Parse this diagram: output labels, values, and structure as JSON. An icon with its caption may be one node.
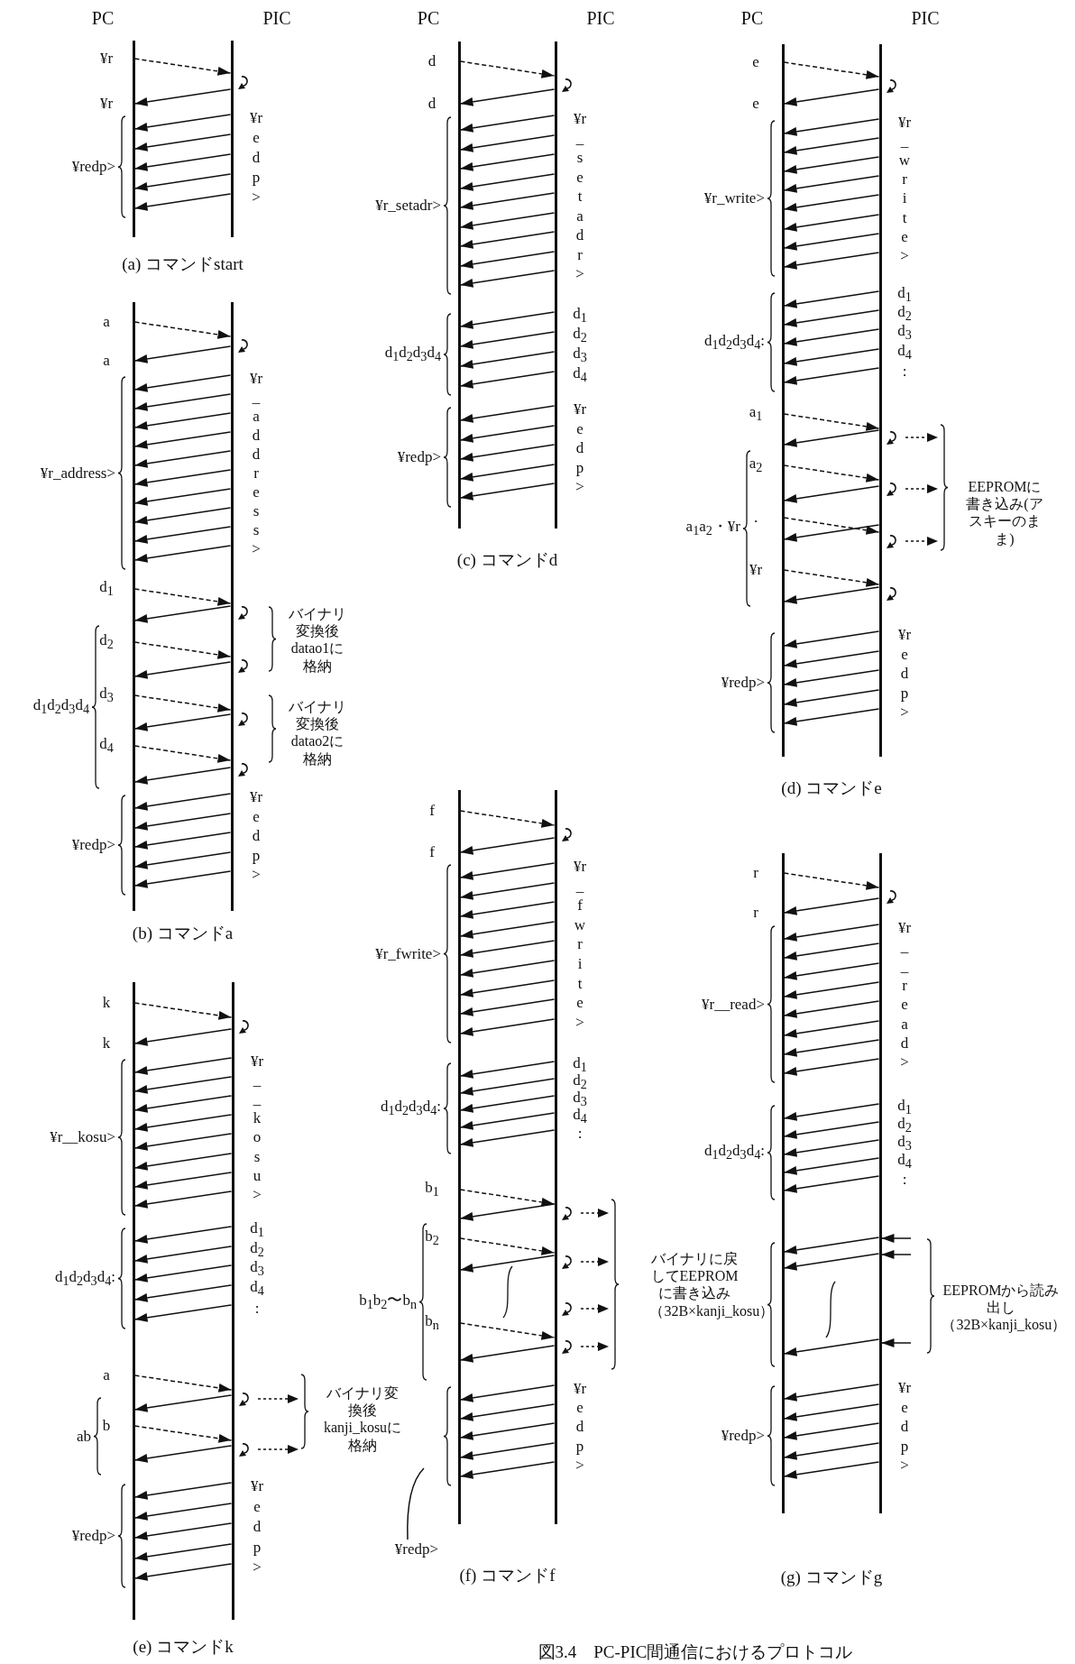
{
  "diagram": {
    "caption": "図3.4　PC-PIC間通信におけるプロトコル",
    "nodes": [
      {
        "text": [],
        "shape": "bar"
      },
      {
        "text": [],
        "shape": "bar"
      },
      {
        "text": [],
        "shape": "bar"
      },
      {
        "text": [],
        "shape": "bar"
      },
      {
        "text": [],
        "shape": "bar"
      },
      {
        "text": [],
        "shape": "bar"
      },
      {
        "text": [],
        "shape": "bar"
      },
      {
        "text": [],
        "shape": "bar"
      },
      {
        "text": [],
        "shape": "bar"
      },
      {
        "text": [],
        "shape": "bar"
      },
      {
        "text": [],
        "shape": "bar"
      },
      {
        "text": [],
        "shape": "bar"
      },
      {
        "text": [],
        "shape": "bar"
      },
      {
        "text": [],
        "shape": "bar"
      },
      {
        "text": [
          "¥redp>"
        ]
      }
    ],
    "edges": [
      {
        "from": 0,
        "to": 1,
        "arrow": "to",
        "style": "dashed"
      },
      {
        "from": 1,
        "to": 0,
        "arrow": "to"
      },
      {
        "from": 1,
        "to": 0,
        "arrow": "to"
      },
      {
        "from": 1,
        "to": 0,
        "arrow": "to"
      },
      {
        "from": 1,
        "to": 0,
        "arrow": "to"
      },
      {
        "from": 1,
        "to": 0,
        "arrow": "to"
      },
      {
        "from": 1,
        "to": 0,
        "arrow": "to"
      },
      {
        "from": 2,
        "to": 3,
        "arrow": "to",
        "style": "dashed"
      },
      {
        "from": 3,
        "to": 2,
        "arrow": "to"
      },
      {
        "from": 3,
        "to": 2,
        "arrow": "to"
      },
      {
        "from": 3,
        "to": 2,
        "arrow": "to"
      },
      {
        "from": 3,
        "to": 2,
        "arrow": "to"
      },
      {
        "from": 3,
        "to": 2,
        "arrow": "to"
      },
      {
        "from": 3,
        "to": 2,
        "arrow": "to"
      },
      {
        "from": 3,
        "to": 2,
        "arrow": "to"
      },
      {
        "from": 3,
        "to": 2,
        "arrow": "to"
      },
      {
        "from": 3,
        "to": 2,
        "arrow": "to"
      },
      {
        "from": 3,
        "to": 2,
        "arrow": "to"
      },
      {
        "from": 3,
        "to": 2,
        "arrow": "to"
      },
      {
        "from": 2,
        "to": 3,
        "arrow": "to",
        "style": "dashed"
      },
      {
        "from": 3,
        "to": 2,
        "arrow": "to"
      },
      {
        "from": 2,
        "to": 3,
        "arrow": "to",
        "style": "dashed"
      },
      {
        "from": 3,
        "to": 2,
        "arrow": "to"
      },
      {
        "from": 2,
        "to": 3,
        "arrow": "to",
        "style": "dashed"
      },
      {
        "from": 3,
        "to": 2,
        "arrow": "to"
      },
      {
        "from": 2,
        "to": 3,
        "arrow": "to",
        "style": "dashed"
      },
      {
        "from": 3,
        "to": 2,
        "arrow": "to"
      },
      {
        "from": 3,
        "to": 2,
        "arrow": "to"
      },
      {
        "from": 3,
        "to": 2,
        "arrow": "to"
      },
      {
        "from": 3,
        "to": 2,
        "arrow": "to"
      },
      {
        "from": 3,
        "to": 2,
        "arrow": "to"
      },
      {
        "from": 3,
        "to": 2,
        "arrow": "to"
      },
      {
        "from": 4,
        "to": 5,
        "arrow": "to",
        "style": "dashed"
      },
      {
        "from": 5,
        "to": 4,
        "arrow": "to"
      },
      {
        "from": 5,
        "to": 4,
        "arrow": "to"
      },
      {
        "from": 5,
        "to": 4,
        "arrow": "to"
      },
      {
        "from": 5,
        "to": 4,
        "arrow": "to"
      },
      {
        "from": 5,
        "to": 4,
        "arrow": "to"
      },
      {
        "from": 5,
        "to": 4,
        "arrow": "to"
      },
      {
        "from": 5,
        "to": 4,
        "arrow": "to"
      },
      {
        "from": 5,
        "to": 4,
        "arrow": "to"
      },
      {
        "from": 5,
        "to": 4,
        "arrow": "to"
      },
      {
        "from": 5,
        "to": 4,
        "arrow": "to"
      },
      {
        "from": 5,
        "to": 4,
        "arrow": "to"
      },
      {
        "from": 5,
        "to": 4,
        "arrow": "to"
      },
      {
        "from": 5,
        "to": 4,
        "arrow": "to"
      },
      {
        "from": 5,
        "to": 4,
        "arrow": "to"
      },
      {
        "from": 5,
        "to": 4,
        "arrow": "to"
      },
      {
        "from": 5,
        "to": 4,
        "arrow": "to"
      },
      {
        "from": 5,
        "to": 4,
        "arrow": "to"
      },
      {
        "from": 5,
        "to": 4,
        "arrow": "to"
      },
      {
        "from": 5,
        "to": 4,
        "arrow": "to"
      },
      {
        "from": 6,
        "to": 7,
        "arrow": "to",
        "style": "dashed"
      },
      {
        "from": 7,
        "to": 6,
        "arrow": "to"
      },
      {
        "from": 7,
        "to": 6,
        "arrow": "to"
      },
      {
        "from": 7,
        "to": 6,
        "arrow": "to"
      },
      {
        "from": 7,
        "to": 6,
        "arrow": "to"
      },
      {
        "from": 7,
        "to": 6,
        "arrow": "to"
      },
      {
        "from": 7,
        "to": 6,
        "arrow": "to"
      },
      {
        "from": 7,
        "to": 6,
        "arrow": "to"
      },
      {
        "from": 7,
        "to": 6,
        "arrow": "to"
      },
      {
        "from": 7,
        "to": 6,
        "arrow": "to"
      },
      {
        "from": 7,
        "to": 6,
        "arrow": "to"
      },
      {
        "from": 7,
        "to": 6,
        "arrow": "to"
      },
      {
        "from": 7,
        "to": 6,
        "arrow": "to"
      },
      {
        "from": 7,
        "to": 6,
        "arrow": "to"
      },
      {
        "from": 7,
        "to": 6,
        "arrow": "to"
      },
      {
        "from": 6,
        "to": 7,
        "arrow": "to",
        "style": "dashed"
      },
      {
        "from": 7,
        "to": 6,
        "arrow": "to"
      },
      {
        "from": 6,
        "to": 7,
        "arrow": "to",
        "style": "dashed"
      },
      {
        "from": 7,
        "to": 6,
        "arrow": "to"
      },
      {
        "from": 6,
        "to": 7,
        "arrow": "to",
        "style": "dashed"
      },
      {
        "from": 7,
        "to": 6,
        "arrow": "to"
      },
      {
        "from": 6,
        "to": 7,
        "arrow": "to",
        "style": "dashed"
      },
      {
        "from": 7,
        "to": 6,
        "arrow": "to"
      },
      {
        "from": 7,
        "to": 6,
        "arrow": "to"
      },
      {
        "from": 7,
        "to": 6,
        "arrow": "to"
      },
      {
        "from": 7,
        "to": 6,
        "arrow": "to"
      },
      {
        "from": 7,
        "to": 6,
        "arrow": "to"
      },
      {
        "from": 7,
        "to": 6,
        "arrow": "to"
      },
      {
        "from": 8,
        "to": 9,
        "arrow": "to",
        "style": "dashed"
      },
      {
        "from": 9,
        "to": 8,
        "arrow": "to"
      },
      {
        "from": 9,
        "to": 8,
        "arrow": "to"
      },
      {
        "from": 9,
        "to": 8,
        "arrow": "to"
      },
      {
        "from": 9,
        "to": 8,
        "arrow": "to"
      },
      {
        "from": 9,
        "to": 8,
        "arrow": "to"
      },
      {
        "from": 9,
        "to": 8,
        "arrow": "to"
      },
      {
        "from": 9,
        "to": 8,
        "arrow": "to"
      },
      {
        "from": 9,
        "to": 8,
        "arrow": "to"
      },
      {
        "from": 9,
        "to": 8,
        "arrow": "to"
      },
      {
        "from": 9,
        "to": 8,
        "arrow": "to"
      },
      {
        "from": 9,
        "to": 8,
        "arrow": "to"
      },
      {
        "from": 9,
        "to": 8,
        "arrow": "to"
      },
      {
        "from": 9,
        "to": 8,
        "arrow": "to"
      },
      {
        "from": 9,
        "to": 8,
        "arrow": "to"
      },
      {
        "from": 8,
        "to": 9,
        "arrow": "to",
        "style": "dashed"
      },
      {
        "from": 9,
        "to": 8,
        "arrow": "to"
      },
      {
        "from": 8,
        "to": 9,
        "arrow": "to",
        "style": "dashed"
      },
      {
        "from": 9,
        "to": 8,
        "arrow": "to"
      },
      {
        "from": 9,
        "to": 8,
        "arrow": "to"
      },
      {
        "from": 9,
        "to": 8,
        "arrow": "to"
      },
      {
        "from": 9,
        "to": 8,
        "arrow": "to"
      },
      {
        "from": 9,
        "to": 8,
        "arrow": "to"
      },
      {
        "from": 9,
        "to": 8,
        "arrow": "to"
      },
      {
        "from": 10,
        "to": 11,
        "arrow": "to",
        "style": "dashed"
      },
      {
        "from": 11,
        "to": 10,
        "arrow": "to"
      },
      {
        "from": 11,
        "to": 10,
        "arrow": "to"
      },
      {
        "from": 11,
        "to": 10,
        "arrow": "to"
      },
      {
        "from": 11,
        "to": 10,
        "arrow": "to"
      },
      {
        "from": 11,
        "to": 10,
        "arrow": "to"
      },
      {
        "from": 11,
        "to": 10,
        "arrow": "to"
      },
      {
        "from": 11,
        "to": 10,
        "arrow": "to"
      },
      {
        "from": 11,
        "to": 10,
        "arrow": "to"
      },
      {
        "from": 11,
        "to": 10,
        "arrow": "to"
      },
      {
        "from": 11,
        "to": 10,
        "arrow": "to"
      },
      {
        "from": 11,
        "to": 10,
        "arrow": "to"
      },
      {
        "from": 11,
        "to": 10,
        "arrow": "to"
      },
      {
        "from": 11,
        "to": 10,
        "arrow": "to"
      },
      {
        "from": 11,
        "to": 10,
        "arrow": "to"
      },
      {
        "from": 11,
        "to": 10,
        "arrow": "to"
      },
      {
        "from": 10,
        "to": 11,
        "arrow": "to",
        "style": "dashed"
      },
      {
        "from": 11,
        "to": 10,
        "arrow": "to"
      },
      {
        "from": 10,
        "to": 11,
        "arrow": "to",
        "style": "dashed"
      },
      {
        "from": 11,
        "to": 10,
        "arrow": "to"
      },
      {
        "from": 10,
        "to": 11,
        "arrow": "to",
        "style": "dashed"
      },
      {
        "from": 11,
        "to": 10,
        "arrow": "to"
      },
      {
        "from": 11,
        "to": 10,
        "arrow": "to"
      },
      {
        "from": 11,
        "to": 10,
        "arrow": "to"
      },
      {
        "from": 11,
        "to": 10,
        "arrow": "to"
      },
      {
        "from": 11,
        "to": 10,
        "arrow": "to"
      },
      {
        "from": 11,
        "to": 10,
        "arrow": "to"
      },
      {
        "from": 12,
        "to": 13,
        "arrow": "to",
        "style": "dashed"
      },
      {
        "from": 13,
        "to": 12,
        "arrow": "to"
      },
      {
        "from": 13,
        "to": 12,
        "arrow": "to"
      },
      {
        "from": 13,
        "to": 12,
        "arrow": "to"
      },
      {
        "from": 13,
        "to": 12,
        "arrow": "to"
      },
      {
        "from": 13,
        "to": 12,
        "arrow": "to"
      },
      {
        "from": 13,
        "to": 12,
        "arrow": "to"
      },
      {
        "from": 13,
        "to": 12,
        "arrow": "to"
      },
      {
        "from": 13,
        "to": 12,
        "arrow": "to"
      },
      {
        "from": 13,
        "to": 12,
        "arrow": "to"
      },
      {
        "from": 13,
        "to": 12,
        "arrow": "to"
      },
      {
        "from": 13,
        "to": 12,
        "arrow": "to"
      },
      {
        "from": 13,
        "to": 12,
        "arrow": "to"
      },
      {
        "from": 13,
        "to": 12,
        "arrow": "to"
      },
      {
        "from": 13,
        "to": 12,
        "arrow": "to"
      },
      {
        "from": null,
        "to": 13,
        "arrow": "to"
      },
      {
        "from": 13,
        "to": 12,
        "arrow": "to"
      },
      {
        "from": null,
        "to": 13,
        "arrow": "to"
      },
      {
        "from": 13,
        "to": 12,
        "arrow": "to"
      },
      {
        "from": null,
        "to": 13,
        "arrow": "to"
      },
      {
        "from": 13,
        "to": 12,
        "arrow": "to"
      },
      {
        "from": 13,
        "to": 12,
        "arrow": "to"
      },
      {
        "from": 13,
        "to": 12,
        "arrow": "to"
      },
      {
        "from": 13,
        "to": 12,
        "arrow": "to"
      },
      {
        "from": 13,
        "to": 12,
        "arrow": "to"
      },
      {
        "from": 13,
        "to": 12,
        "arrow": "to"
      },
      {
        "from": 14,
        "to": null,
        "arrow": "none"
      }
    ],
    "labels": [
      "PC",
      "PIC",
      "¥r",
      "¥r",
      "¥redp>",
      "¥r",
      "e",
      "d",
      "p",
      ">",
      "(a) コマンドstart",
      "a",
      "a",
      "¥r_address>",
      "¥r",
      "_",
      "a",
      "d",
      "d",
      "r",
      "e",
      "s",
      "s",
      ">",
      "d$_{1}$",
      "d$_{2}$",
      "d$_{3}$",
      "d$_{4}$",
      "d$_{1}$d$_{2}$d$_{3}$d$_{4}$",
      "バイナリ変換後datao1に格納",
      "バイナリ変換後datao2に格納",
      "¥redp>",
      "¥r",
      "e",
      "d",
      "p",
      ">",
      "(b) コマンドa",
      "PC",
      "PIC",
      "d",
      "d",
      "¥r_setadr>",
      "¥r",
      "_",
      "s",
      "e",
      "t",
      "a",
      "d",
      "r",
      ">",
      "d$_{1}$d$_{2}$d$_{3}$d$_{4}$",
      "d$_{1}$",
      "d$_{2}$",
      "d$_{3}$",
      "d$_{4}$",
      "¥redp>",
      "¥r",
      "e",
      "d",
      "p",
      ">",
      "(c) コマンドd",
      "PC",
      "PIC",
      "e",
      "e",
      "¥r_write>",
      "¥r",
      "_",
      "w",
      "r",
      "i",
      "t",
      "e",
      ">",
      "d$_{1}$d$_{2}$d$_{3}$d$_{4}$:",
      "d$_{1}$",
      "d$_{2}$",
      "d$_{3}$",
      "d$_{4}$",
      ":",
      "a$_{1}$",
      "a$_{2}$",
      ".",
      "¥r",
      "a$_{1}$a$_{2}$・¥r",
      "EEPROMに書き込み(アスキーのまま)",
      "¥redp>",
      "¥r",
      "e",
      "d",
      "p",
      ">",
      "(d) コマンドe",
      "k",
      "k",
      "¥r__kosu>",
      "¥r",
      "_",
      "_",
      "k",
      "o",
      "s",
      "u",
      ">",
      "d$_{1}$d$_{2}$d$_{3}$d$_{4}$:",
      "d$_{1}$",
      "d$_{2}$",
      "d$_{3}$",
      "d$_{4}$",
      ":",
      "a",
      "b",
      "ab",
      "バイナリ変換後kanji_kosuに格納",
      "¥redp>",
      "¥r",
      "e",
      "d",
      "p",
      ">",
      "(e) コマンドk",
      "f",
      "f",
      "¥r_fwrite>",
      "¥r",
      "_",
      "f",
      "w",
      "r",
      "i",
      "t",
      "e",
      ">",
      "d$_{1}$d$_{2}$d$_{3}$d$_{4}$:",
      "d$_{1}$",
      "d$_{2}$",
      "d$_{3}$",
      "d$_{4}$",
      ":",
      "b$_{1}$",
      "b$_{2}$",
      "b$_{n}$",
      "b$_{1}$b$_{2}$〜b$_{n}$",
      "バイナリに戻してEEPROMに書き込み（32B×kanji_kosu）",
      "¥r",
      "e",
      "d",
      "p",
      ">",
      "(f) コマンドf",
      "r",
      "r",
      "¥r__read>",
      "¥r",
      "_",
      "_",
      "r",
      "e",
      "a",
      "d",
      ">",
      "d$_{1}$d$_{2}$d$_{3}$d$_{4}$:",
      "d$_{1}$",
      "d$_{2}$",
      "d$_{3}$",
      "d$_{4}$",
      ":",
      "EEPROMから読み出し（32B×kanji_kosu）",
      "¥redp>",
      "¥r",
      "e",
      "d",
      "p",
      ">",
      "(g) コマンドg"
    ]
  }
}
